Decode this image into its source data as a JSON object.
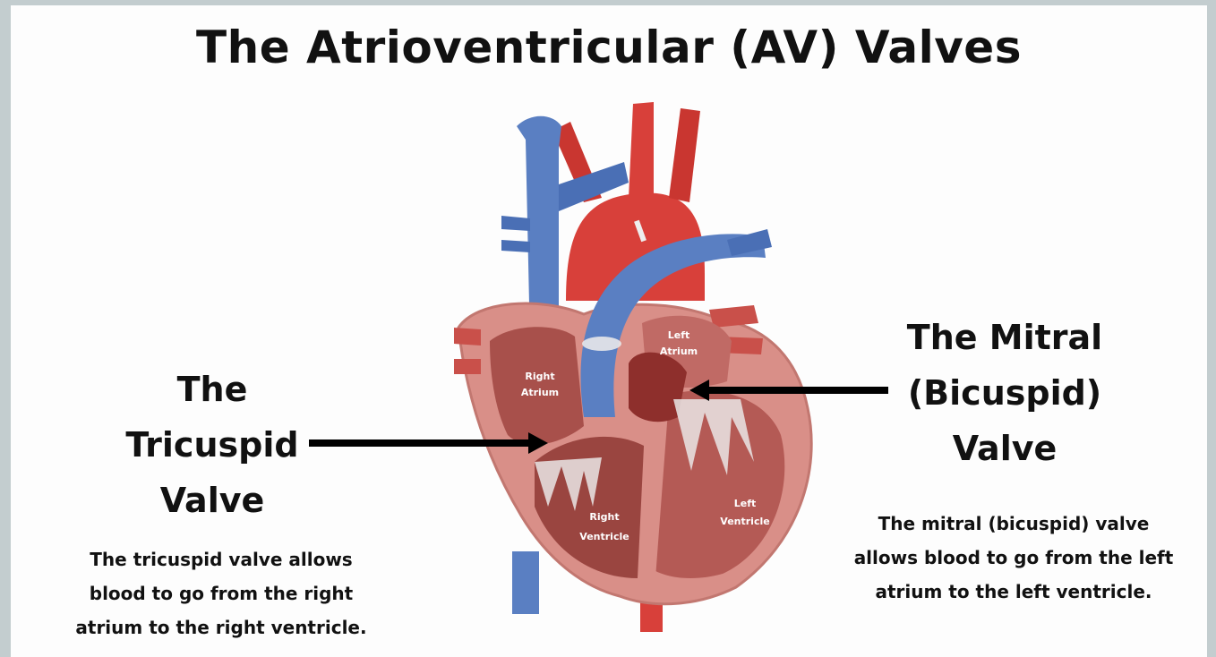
{
  "title": "The Atrioventricular (AV) Valves",
  "tricuspid": {
    "title_lines": [
      "The",
      "Tricuspid",
      "Valve"
    ],
    "desc_lines": [
      "The tricuspid valve allows",
      "blood to go from the right",
      "atrium to the right ventricle."
    ]
  },
  "mitral": {
    "title_lines": [
      "The Mitral",
      "(Bicuspid)",
      "Valve"
    ],
    "desc_lines": [
      "The mitral (bicuspid) valve",
      "allows blood to go from the left",
      "atrium to the left ventricle."
    ]
  },
  "heart_labels": {
    "right_atrium": [
      "Right",
      "Atrium"
    ],
    "left_atrium": [
      "Left",
      "Atrium"
    ],
    "right_ventricle": [
      "Right",
      "Ventricle"
    ],
    "left_ventricle": [
      "Left",
      "Ventricle"
    ]
  },
  "colors": {
    "vein_blue": "#5a7fc2",
    "artery_red": "#d8403a",
    "muscle": "#d98f88",
    "chamber": "#a8504b"
  }
}
